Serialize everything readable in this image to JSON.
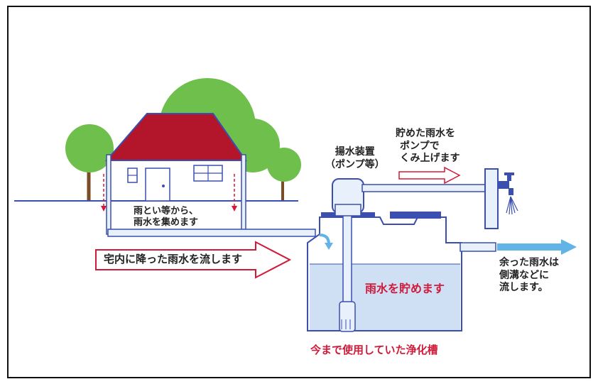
{
  "labels": {
    "gutter": [
      "雨とい等から、",
      "雨水を集めます"
    ],
    "flow_in": "宅内に降った雨水を流します",
    "pump_title": [
      "揚水装置",
      "（ポンプ等）"
    ],
    "pump_up": [
      "貯めた雨水を",
      "ポンプで",
      "くみ上げます"
    ],
    "overflow": [
      "余った雨水は",
      "側溝などに",
      "流します。"
    ],
    "store": "雨水を貯めます",
    "tank_name": "今まで使用していた浄化槽"
  },
  "colors": {
    "roof": "#b3162a",
    "tree": "#6fbf4d",
    "outline": "#3b4fb0",
    "pipe": "#e8f1fb",
    "water": "#cfe0f4",
    "arrow_red": "#d01a3a",
    "arrow_blue": "#62b4e6"
  }
}
